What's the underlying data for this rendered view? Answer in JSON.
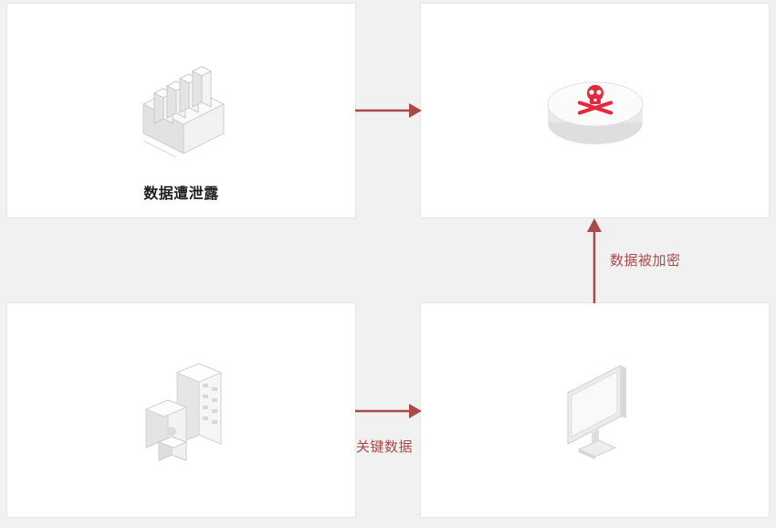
{
  "nodes": {
    "leak": {
      "label": "数据遭泄露",
      "icon": "storage-server-icon"
    },
    "malware": {
      "label": "",
      "icon": "skull-crossbones-device-icon"
    },
    "enterprise": {
      "label": "",
      "icon": "office-building-icon"
    },
    "workstation": {
      "label": "",
      "icon": "desktop-monitor-icon"
    }
  },
  "edges": [
    {
      "from": "leak",
      "to": "malware",
      "label": ""
    },
    {
      "from": "workstation",
      "to": "malware",
      "label": "数据被加密"
    },
    {
      "from": "enterprise",
      "to": "workstation",
      "label": "关键数据"
    }
  ],
  "colors": {
    "arrow": "#a84a4a",
    "background": "#f1f1f1",
    "card": "#ffffff",
    "danger": "#e5283c"
  }
}
